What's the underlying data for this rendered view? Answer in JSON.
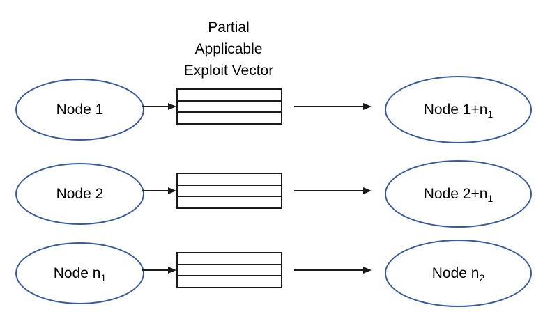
{
  "title": {
    "lines": [
      "Partial",
      "Applicable",
      "Exploit Vector"
    ]
  },
  "vector": {
    "cells": 3
  },
  "rows": [
    {
      "source": {
        "text": "Node 1",
        "sub": ""
      },
      "target": {
        "text": "Node 1+n",
        "sub": "1"
      }
    },
    {
      "source": {
        "text": "Node 2",
        "sub": ""
      },
      "target": {
        "text": "Node 2+n",
        "sub": "1"
      }
    },
    {
      "source": {
        "text": "Node n",
        "sub": "1"
      },
      "target": {
        "text": "Node n",
        "sub": "2"
      }
    }
  ],
  "colors": {
    "ellipse_border": "#35599f",
    "line": "#1a1a1a",
    "text": "#000000",
    "background": "#ffffff"
  }
}
